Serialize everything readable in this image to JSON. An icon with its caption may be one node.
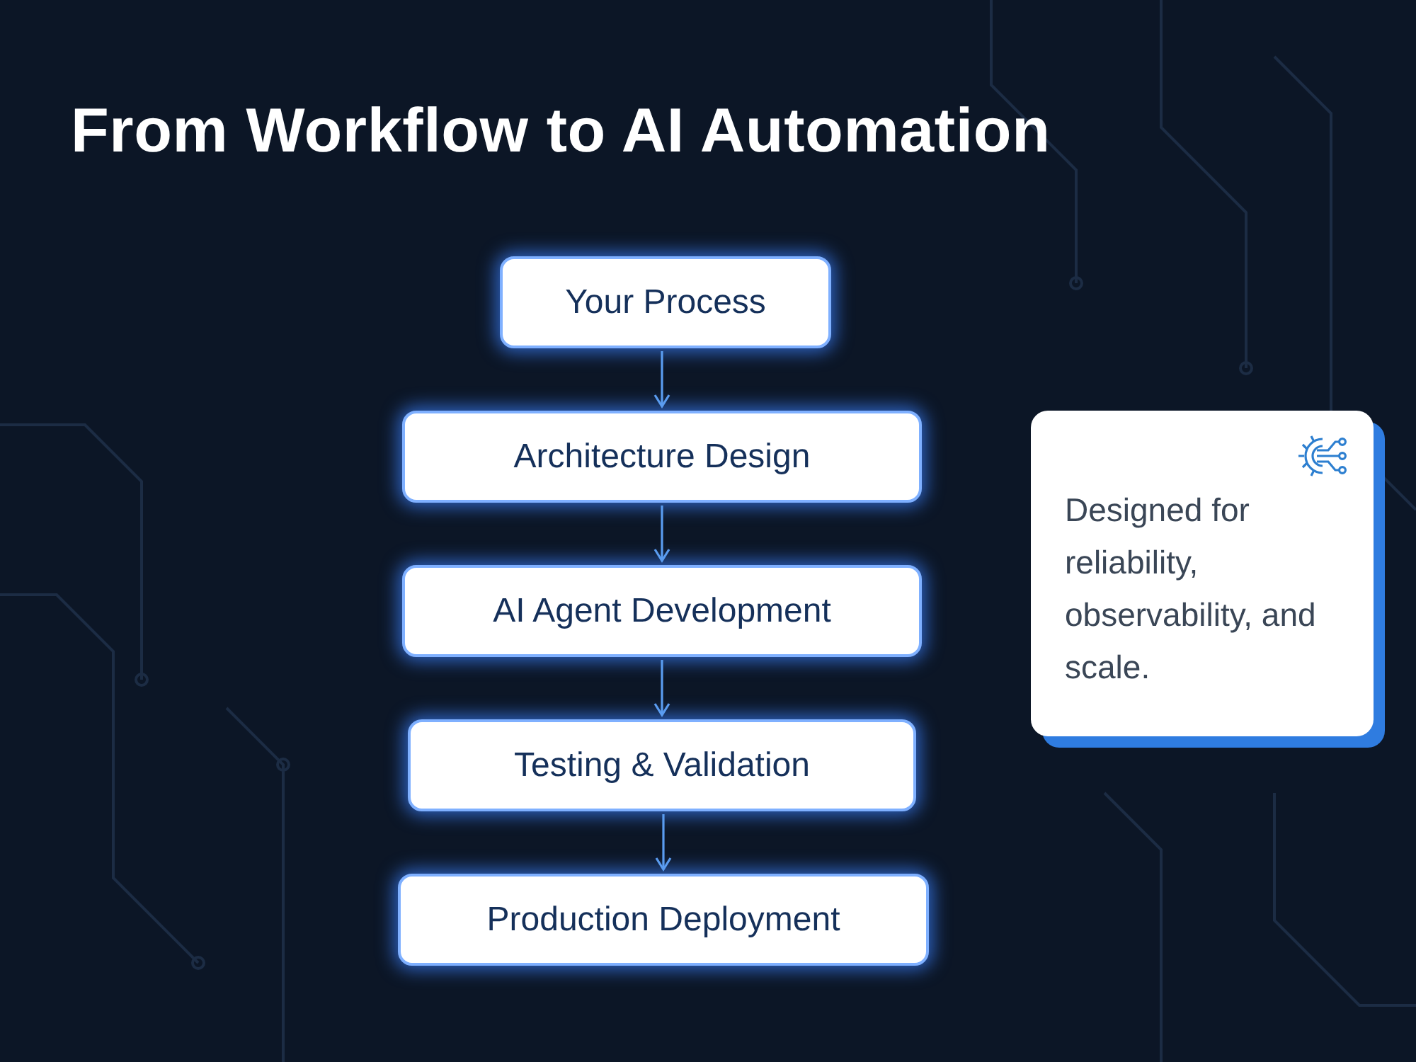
{
  "diagram": {
    "title": "From Workflow to AI Automation",
    "nodes": [
      {
        "text": [
          "Your Process"
        ]
      },
      {
        "text": [
          "Architecture Design"
        ]
      },
      {
        "text": [
          "AI Agent Development"
        ]
      },
      {
        "text": [
          "Testing & Validation"
        ]
      },
      {
        "text": [
          "Production Deployment"
        ]
      },
      {
        "text": [
          "Designed for reliability, observability, and scale."
        ]
      }
    ],
    "edges": [
      {
        "from": 0,
        "to": 1,
        "arrow": "to"
      },
      {
        "from": 1,
        "to": 2,
        "arrow": "to"
      },
      {
        "from": 2,
        "to": 3,
        "arrow": "to"
      },
      {
        "from": 3,
        "to": 4,
        "arrow": "to"
      }
    ]
  }
}
